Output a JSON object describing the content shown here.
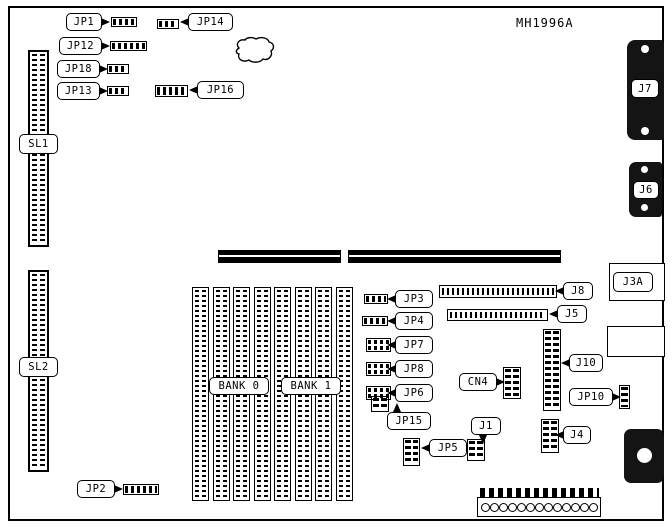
{
  "title": "MH1996A",
  "labels": {
    "jp1": "JP1",
    "jp2": "JP2",
    "jp3": "JP3",
    "jp4": "JP4",
    "jp5": "JP5",
    "jp6": "JP6",
    "jp7": "JP7",
    "jp8": "JP8",
    "jp10": "JP10",
    "jp12": "JP12",
    "jp13": "JP13",
    "jp14": "JP14",
    "jp15": "JP15",
    "jp16": "JP16",
    "jp18": "JP18",
    "sl1": "SL1",
    "sl2": "SL2",
    "bank0": "BANK 0",
    "bank1": "BANK 1",
    "j1": "J1",
    "j3a": "J3A",
    "j4": "J4",
    "j5": "J5",
    "j6": "J6",
    "j7": "J7",
    "j8": "J8",
    "j10": "J10",
    "cn4": "CN4"
  }
}
